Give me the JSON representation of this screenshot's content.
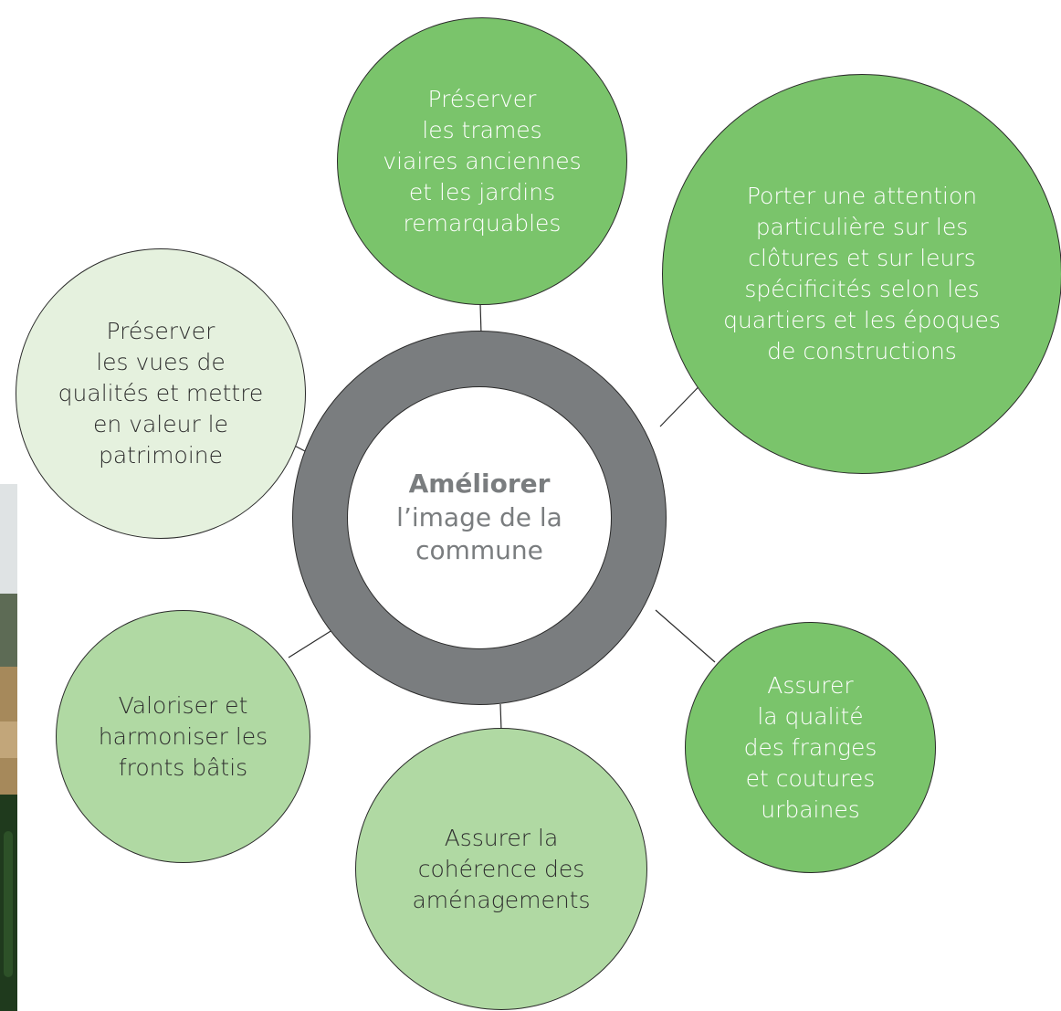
{
  "center": {
    "title": "Améliorer",
    "subtitle": "l’image de la\ncommune"
  },
  "bubbles": [
    {
      "text": "Préserver\nles trames\nviaires anciennes\net les jardins\nremarquables"
    },
    {
      "text": "Porter une attention\nparticulière sur les\nclôtures et sur leurs\nspécificités selon les\nquartiers et les époques\nde constructions"
    },
    {
      "text": "Préserver\nles vues de\nqualités et mettre\nen valeur le\npatrimoine"
    },
    {
      "text": "Valoriser et\nharmoniser les\nfronts bâtis"
    },
    {
      "text": "Assurer la\ncohérence des\naménagements"
    },
    {
      "text": "Assurer\nla qualité\ndes franges\net coutures\nurbaines"
    }
  ],
  "colors": {
    "dark_green": "#7ac46b",
    "mid_green": "#b0d9a3",
    "light_green": "#e5f1de",
    "ring_gray": "#7a7d7f"
  }
}
